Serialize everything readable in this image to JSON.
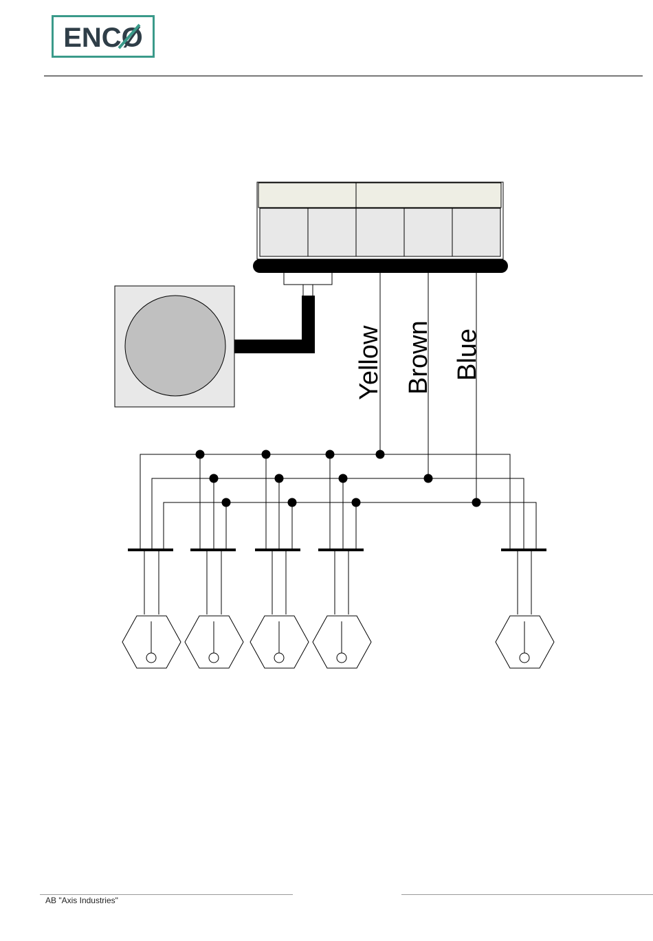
{
  "header": {
    "logo_text": "ENCØ",
    "brand_color": "#3a9a8a",
    "logo_text_color": "#2f3e48"
  },
  "diagram": {
    "wire_labels": [
      "Yellow",
      "Brown",
      "Blue"
    ],
    "sensor_count": 5
  },
  "footer": {
    "company": "AB \"Axis Industries\""
  }
}
